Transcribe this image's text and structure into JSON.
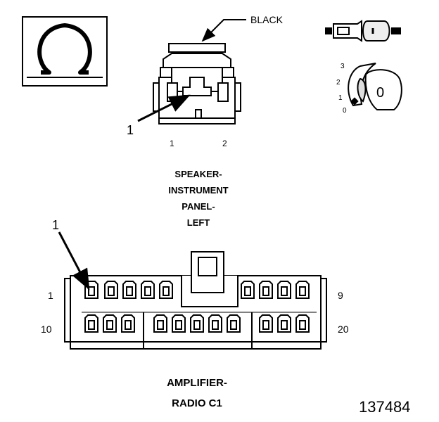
{
  "speaker_connector": {
    "color_label": "BLACK",
    "callout": "1",
    "pin_left": "1",
    "pin_right": "2",
    "title_lines": [
      "SPEAKER-",
      "INSTRUMENT",
      "PANEL-",
      "LEFT"
    ]
  },
  "key_dial": {
    "positions": [
      "3",
      "2",
      "1",
      "0"
    ],
    "key_label": "0"
  },
  "amplifier_connector": {
    "callout": "1",
    "pin_top_left": "1",
    "pin_top_right": "9",
    "pin_bottom_left": "10",
    "pin_bottom_right": "20",
    "title_lines": [
      "AMPLIFIER-",
      "RADIO C1"
    ]
  },
  "figure_number": "137484",
  "colors": {
    "ink": "#000000",
    "paper": "#ffffff",
    "shade": "#dddddd"
  }
}
